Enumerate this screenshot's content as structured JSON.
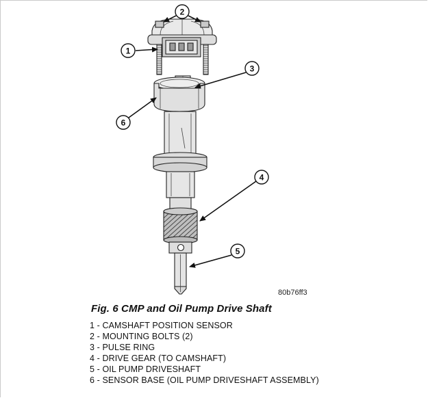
{
  "figure": {
    "caption": "Fig. 6 CMP and Oil Pump Drive Shaft",
    "ref_code": "80b76ff3",
    "callouts": [
      "1",
      "2",
      "3",
      "4",
      "5",
      "6"
    ],
    "legend": [
      {
        "text": "1 - CAMSHAFT POSITION SENSOR"
      },
      {
        "text": "2 - MOUNTING BOLTS (2)"
      },
      {
        "text": "3 - PULSE RING"
      },
      {
        "text": "4 - DRIVE GEAR (TO CAMSHAFT)"
      },
      {
        "text": "5 - OIL PUMP DRIVESHAFT"
      },
      {
        "text": "6 - SENSOR BASE (OIL PUMP DRIVESHAFT ASSEMBLY)"
      }
    ],
    "colors": {
      "ink": "#111111",
      "background": "#ffffff"
    }
  }
}
